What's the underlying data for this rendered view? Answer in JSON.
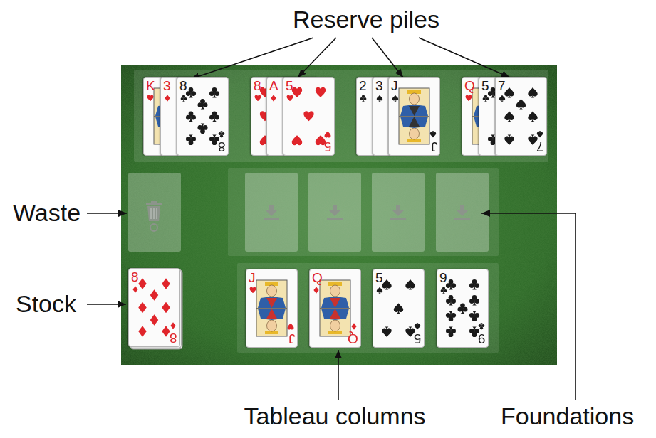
{
  "diagram": {
    "nodes": [
      {
        "text": [
          "K"
        ]
      },
      {
        "text": [
          "3"
        ]
      },
      {
        "text": [
          "8",
          "8"
        ]
      },
      {
        "text": [
          "8"
        ]
      },
      {
        "text": [
          "A"
        ]
      },
      {
        "text": [
          "5",
          "5"
        ]
      },
      {
        "text": [
          "2"
        ]
      },
      {
        "text": [
          "3"
        ]
      },
      {
        "text": [
          "J",
          "J"
        ]
      },
      {
        "text": [
          "Q"
        ]
      },
      {
        "text": [
          "5"
        ]
      },
      {
        "text": [
          "7",
          "7"
        ]
      },
      {
        "text": [
          "8",
          "8"
        ]
      },
      {
        "text": [
          "J",
          "J"
        ]
      },
      {
        "text": [
          "Q",
          "Q"
        ]
      },
      {
        "text": [
          "5",
          "5"
        ]
      },
      {
        "text": [
          "9",
          "9"
        ]
      }
    ],
    "labels": [
      "Reserve piles",
      "Waste",
      "Stock",
      "Tableau columns",
      "Foundations"
    ]
  }
}
